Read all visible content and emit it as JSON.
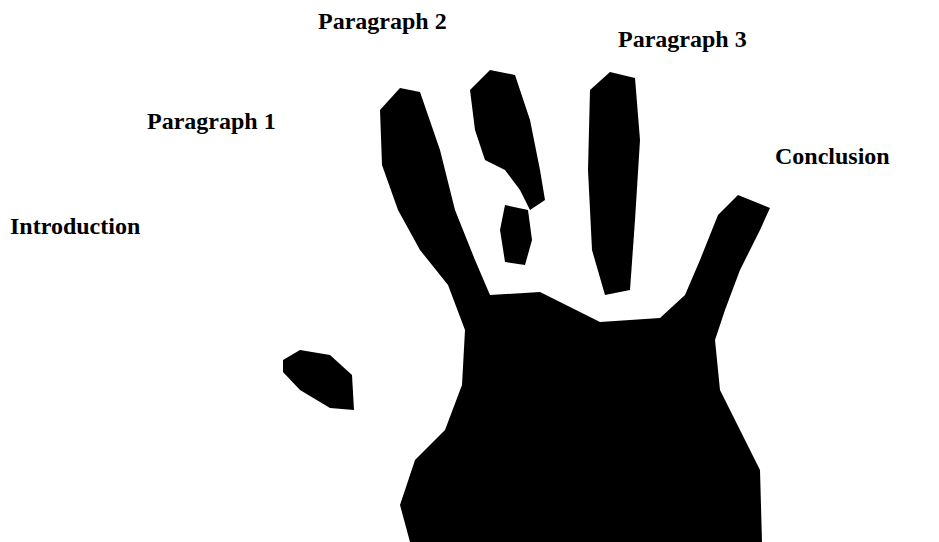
{
  "diagram": {
    "labels": [
      "Paragraph 2",
      "Paragraph 3",
      "Paragraph 1",
      "Conclusion",
      "Introduction"
    ]
  }
}
